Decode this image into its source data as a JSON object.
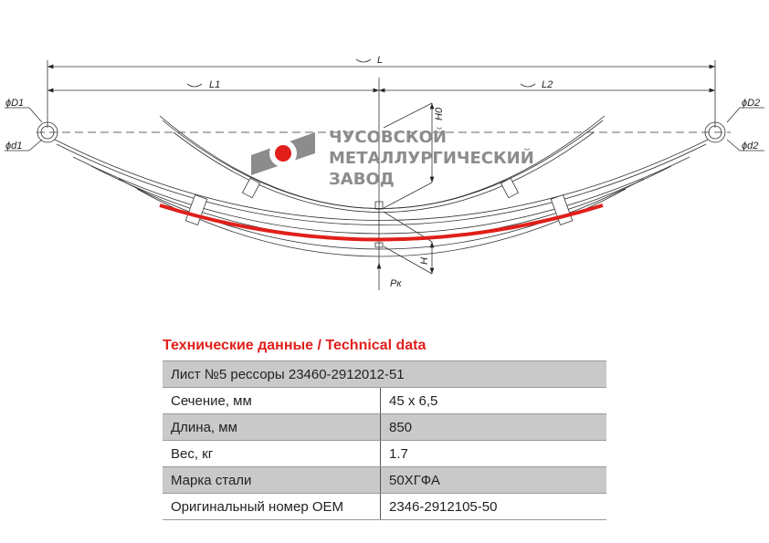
{
  "drawing": {
    "labels": {
      "L": "L",
      "L1": "L1",
      "L2": "L2",
      "D1": "ϕD1",
      "d1": "ϕd1",
      "D2": "ϕD2",
      "d2": "ϕd2",
      "H0": "H0",
      "H": "H",
      "P": "Pк"
    },
    "accent_color": "#e01f1a"
  },
  "logo": {
    "line1": "ЧУСОВСКОЙ",
    "line2": "МЕТАЛЛУРГИЧЕСКИЙ",
    "line3": "ЗАВОД"
  },
  "specs": {
    "title": "Технические данные / Technical data",
    "header": "Лист №5 рессоры 23460-2912012-51",
    "rows": [
      {
        "label": "Сечение, мм",
        "value": "45 x 6,5"
      },
      {
        "label": "Длина, мм",
        "value": "850"
      },
      {
        "label": "Вес, кг",
        "value": "1.7"
      },
      {
        "label": "Марка стали",
        "value": "50ХГФА"
      },
      {
        "label": "Оригинальный номер OEM",
        "value": "2346-2912105-50"
      }
    ]
  }
}
